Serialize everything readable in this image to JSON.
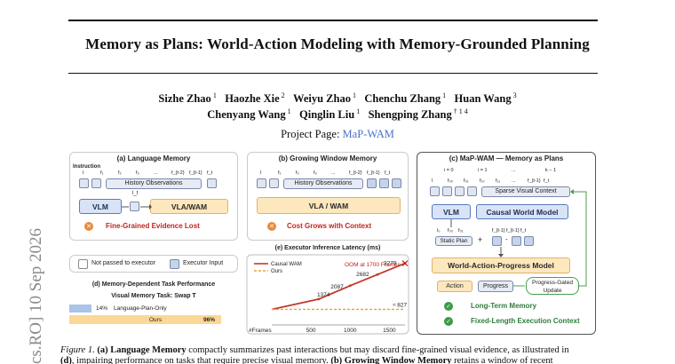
{
  "paper": {
    "title": "Memory as Plans: World-Action Modeling with Memory-Grounded Planning",
    "authors_line1": [
      {
        "name": "Sizhe Zhao",
        "aff": "1"
      },
      {
        "name": "Haozhe Xie",
        "aff": "2"
      },
      {
        "name": "Weiyu Zhao",
        "aff": "1"
      },
      {
        "name": "Chenchu Zhang",
        "aff": "1"
      },
      {
        "name": "Huan Wang",
        "aff": "3"
      }
    ],
    "authors_line2": [
      {
        "name": "Chenyang Wang",
        "aff": "1"
      },
      {
        "name": "Qinglin Liu",
        "aff": "1"
      },
      {
        "name": "Shengping Zhang",
        "aff": "† 1 4"
      }
    ],
    "project_label": "Project Page:",
    "project_link": "MaP-WAM",
    "arxiv_stamp": "cs.RO]  10 Sep 2026"
  },
  "figure": {
    "panel_a": {
      "title": "(a) Language Memory",
      "instruction": "Instruction",
      "tokens": [
        "I",
        "f₁",
        "f₂",
        "f₃",
        "...",
        "f_{t-2}",
        "f_{t-1}",
        "f_t"
      ],
      "history": "History Observations",
      "lt": "l_t",
      "vlm": "VLM",
      "vlawam": "VLA/WAM",
      "issue": "Fine-Grained Evidence Lost"
    },
    "panel_b": {
      "title": "(b) Growing Window Memory",
      "tokens": [
        "I",
        "f₁",
        "f₂",
        "f₃",
        "...",
        "f_{t-2}",
        "f_{t-1}",
        "f_t"
      ],
      "history": "History Observations",
      "vlawam": "VLA / WAM",
      "issue": "Cost Grows with Context"
    },
    "panel_c": {
      "title": "(c) MaP-WAM — Memory as Plans",
      "spans": [
        "i = 0",
        "i = 1",
        "...",
        "k − 1"
      ],
      "tokens": [
        "I",
        "f₀₀",
        "f₀₁",
        "f₁₀",
        "f₁₁",
        "...",
        "f_{t-1}",
        "f_t"
      ],
      "sparse": "Sparse Visual Context",
      "vlm": "VLM",
      "cwm": "Causal World Model",
      "plan_tokens": [
        "l₀",
        "f₀₀",
        "f₀₁"
      ],
      "static_plan": "Static Plan",
      "prog_tokens": [
        "f_{t-1}",
        "f_{t-1}",
        "f_t"
      ],
      "wapm": "World-Action-Progress Model",
      "action": "Action",
      "progress": "Progress",
      "update": "Progress-Gated Update",
      "benefit1": "Long-Term Memory",
      "benefit2": "Fixed-Length Execution Context"
    },
    "legend": {
      "not_passed": "Not passed to executor",
      "executor_input": "Executor Input"
    },
    "panel_d": {
      "title": "(d) Memory-Dependent Task Performance",
      "task": "Visual Memory Task: Swap T",
      "baseline_label": "Language-Plan-Only",
      "ours_label": "Ours",
      "baseline_value_text": "14%",
      "ours_value_text": "96%",
      "baseline_value": 14,
      "ours_value": 96
    },
    "panel_e": {
      "chart_data": {
        "type": "line",
        "title": "(e) Executor Inference Latency (ms)",
        "xlabel": "#Frames",
        "x_ticks": [
          "500",
          "1000",
          "1500"
        ],
        "xlim": [
          0,
          1700
        ],
        "ylim": [
          0,
          3400
        ],
        "series": [
          {
            "name": "Causal WAM",
            "color": "#c0392b",
            "points": [
              [
                0,
                827
              ],
              [
                600,
                1374
              ],
              [
                1000,
                2087
              ],
              [
                1350,
                2682
              ],
              [
                1700,
                3279
              ]
            ]
          },
          {
            "name": "Ours",
            "color": "#e8a33a",
            "points": [
              [
                0,
                827
              ],
              [
                1700,
                827
              ]
            ]
          }
        ],
        "data_labels": [
          "1374",
          "2087",
          "2682",
          "3279",
          "≈ 827"
        ],
        "annotation": "OOM at 1700 Frames"
      }
    }
  },
  "caption": {
    "fig_label": "Figure 1.",
    "a_label": "(a) Language Memory",
    "line1": " compactly summarizes past interactions but may discard fine-grained visual evidence, as illustrated in",
    "d_label": "(d)",
    "line2": ", impairing performance on tasks that require precise visual memory.",
    "b_label": "(b) Growing Window Memory",
    "line2b": " retains a window of recent"
  },
  "colors": {
    "accent_blue": "#4a72c4",
    "issue_red": "#c4231d",
    "ok_green": "#2f7d3a",
    "orange_fill": "#fde7bd"
  }
}
